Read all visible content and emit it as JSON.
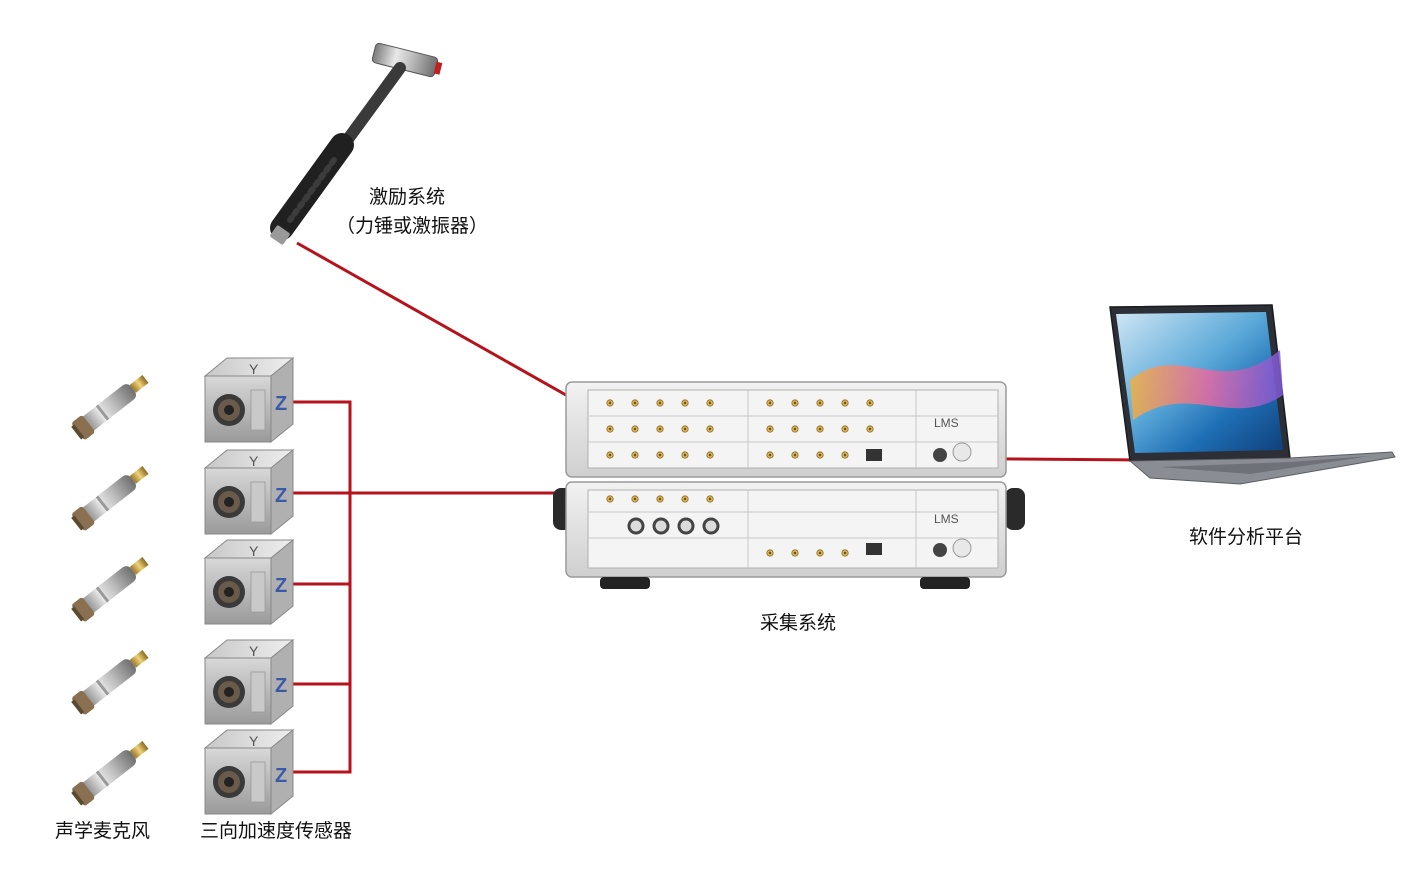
{
  "labels": {
    "excitation_title": "激励系统",
    "excitation_subtitle": "（力锤或激振器）",
    "acquisition": "采集系统",
    "software": "软件分析平台",
    "microphone": "声学麦克风",
    "accelerometer": "三向加速度传感器"
  },
  "device_text": {
    "brand": "LMS",
    "axis_y": "Y",
    "axis_z": "Z"
  },
  "colors": {
    "cable": "#b5121b",
    "text": "#111111",
    "chassis": "#dcdcdc",
    "panel": "#f0f0f0"
  },
  "icons": [
    "hammer-icon",
    "microphone-icon",
    "accelerometer-icon",
    "daq-chassis-icon",
    "laptop-icon"
  ]
}
